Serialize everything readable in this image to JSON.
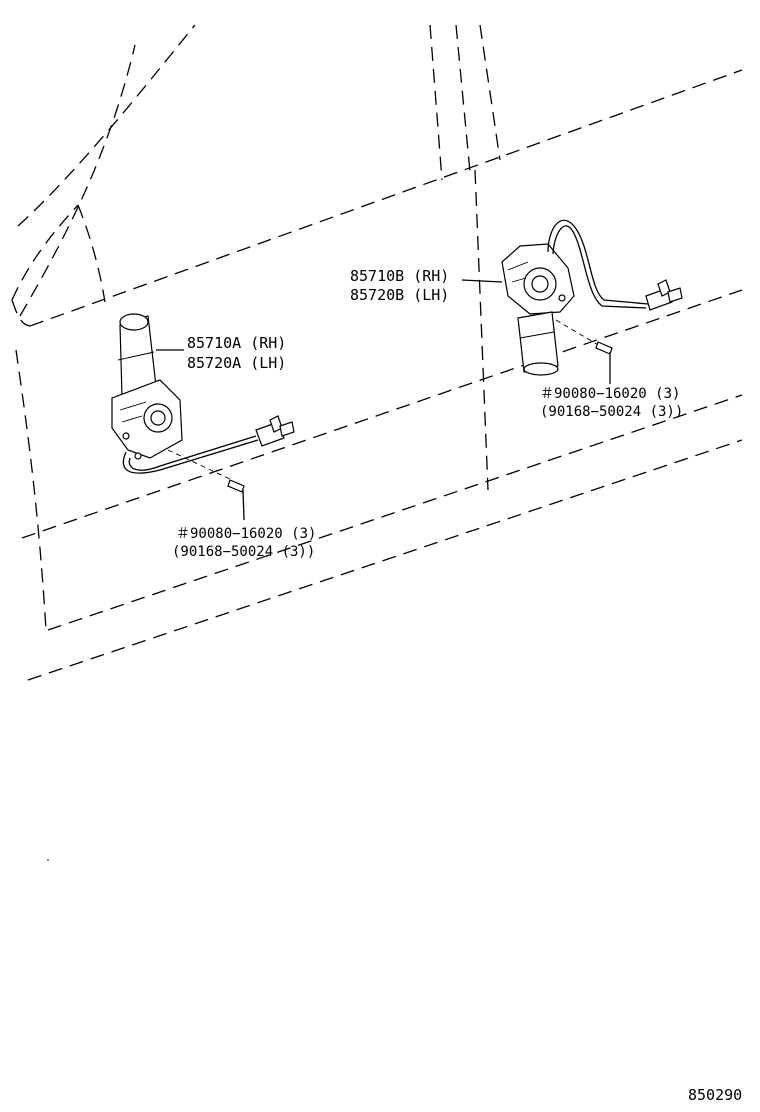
{
  "parts": {
    "motor_a": {
      "rh": "85710A (RH)",
      "lh": "85720A (LH)"
    },
    "motor_b": {
      "rh": "85710B (RH)",
      "lh": "85720B (LH)"
    },
    "screw_left": {
      "primary": "＃90080−16020 (3)",
      "alternate": "(90168−50024 (3))"
    },
    "screw_right": {
      "primary": "＃90080−16020 (3)",
      "alternate": "(90168−50024 (3))"
    }
  },
  "figure_number": "850290"
}
